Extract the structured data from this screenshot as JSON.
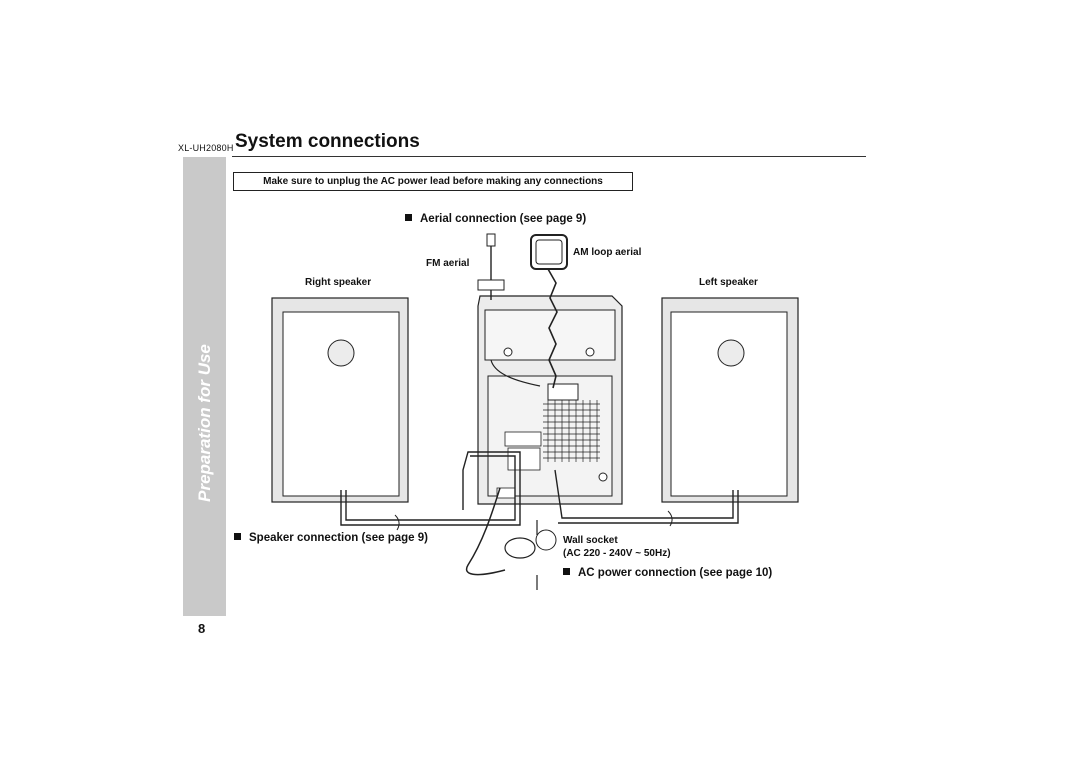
{
  "header": {
    "model": "XL-UH2080H",
    "title": "System connections"
  },
  "sidebar": {
    "section": "Preparation for Use"
  },
  "page_number": "8",
  "warning": "Make sure to unplug the AC power lead before making any connections",
  "sections": {
    "aerial": "Aerial connection (see page 9)",
    "speaker": "Speaker connection (see page 9)",
    "ac_power": "AC power connection (see page 10)"
  },
  "labels": {
    "am_aerial": "AM loop aerial",
    "fm_aerial": "FM aerial",
    "right_speaker": "Right speaker",
    "left_speaker": "Left speaker",
    "wall_socket": "Wall socket",
    "ac_spec": "(AC 220 - 240V ~ 50Hz)"
  }
}
